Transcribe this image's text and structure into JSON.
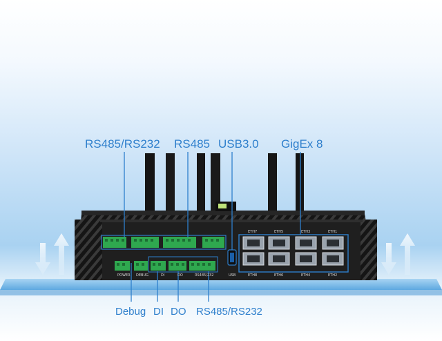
{
  "callouts": {
    "top": [
      "RS485/RS232",
      "RS485",
      "USB3.0",
      "GigEx 8"
    ],
    "bottom": [
      "Debug",
      "DI",
      "DO",
      "RS485/RS232"
    ]
  },
  "ports": {
    "eth": [
      "ETH7",
      "ETH5",
      "ETH3",
      "ETH1",
      "ETH8",
      "ETH6",
      "ETH4",
      "ETH2"
    ],
    "panel": [
      "POWER",
      "DEBUG",
      "DI",
      "DO",
      "RS485/232",
      "USB"
    ]
  },
  "colors": {
    "accent": "#2e7fcc",
    "terminal_green": "#2fa84f",
    "chassis": "#1b1b1b",
    "platform": "#8fc6ee"
  },
  "icons": [
    "heat-sink-fins",
    "arrow-up-icon",
    "arrow-down-icon"
  ]
}
